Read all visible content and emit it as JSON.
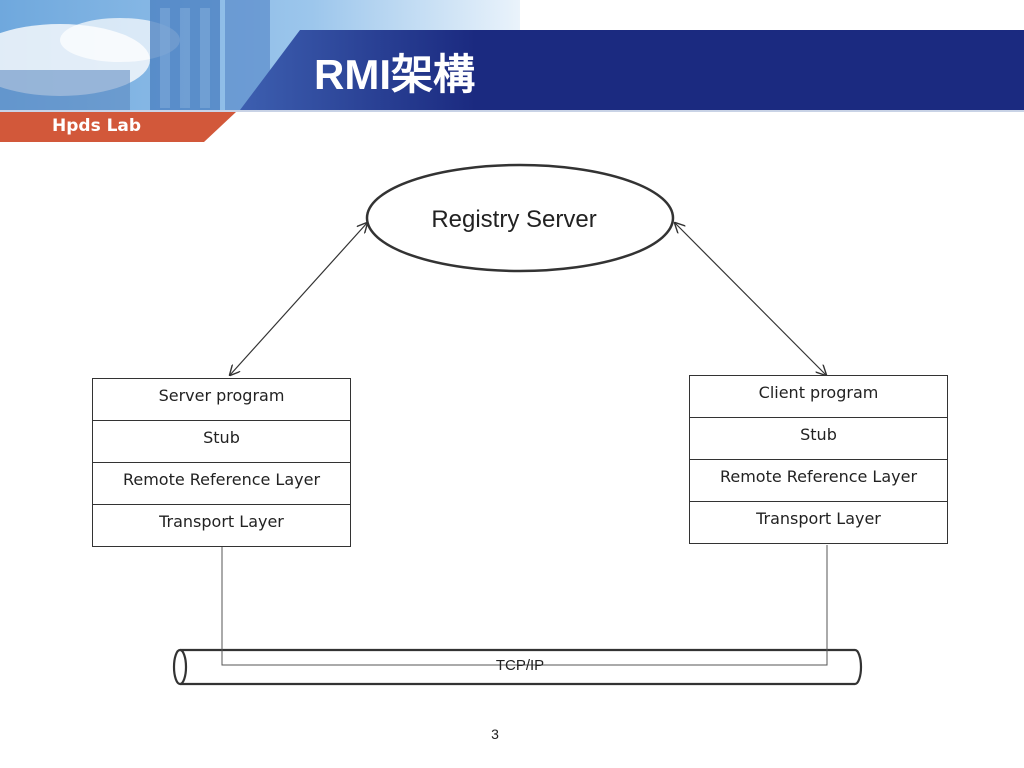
{
  "header": {
    "title": "RMI架構",
    "lab": "Hpds Lab",
    "colors": {
      "band": "#1b2a80",
      "band_light": "#3d5fb0",
      "tab": "#d2583a"
    }
  },
  "diagram": {
    "registry": "Registry Server",
    "server_stack": [
      "Server program",
      "Stub",
      "Remote Reference Layer",
      "Transport Layer"
    ],
    "client_stack": [
      "Client program",
      "Stub",
      "Remote Reference Layer",
      "Transport Layer"
    ],
    "network": "TCP/IP"
  },
  "footer": {
    "page": "3"
  }
}
